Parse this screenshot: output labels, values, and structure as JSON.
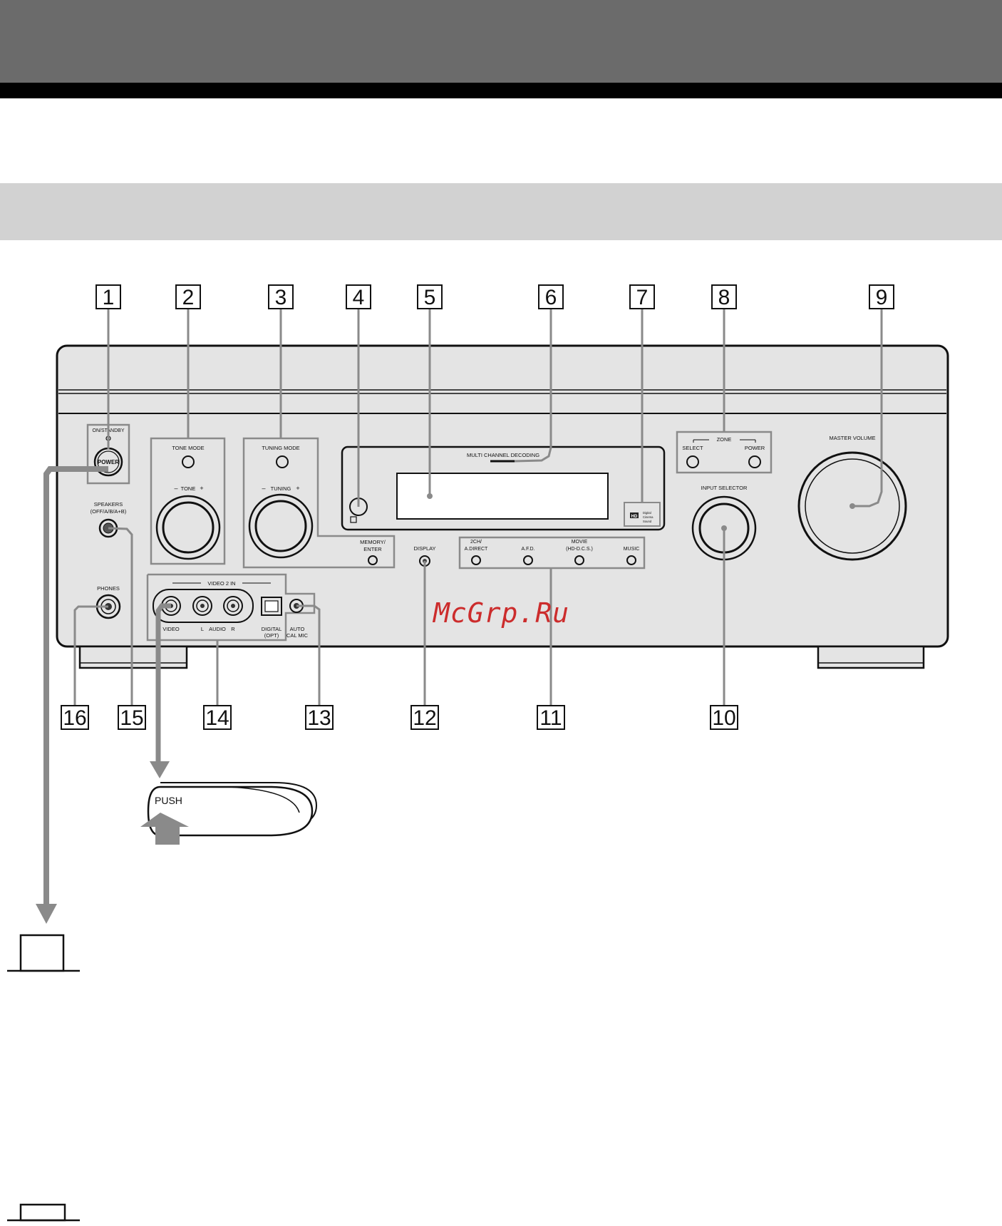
{
  "callouts_top": [
    "1",
    "2",
    "3",
    "4",
    "5",
    "6",
    "7",
    "8",
    "9"
  ],
  "callouts_bottom": [
    "16",
    "15",
    "14",
    "13",
    "12",
    "11",
    "10"
  ],
  "panel": {
    "on_standby": "ON/STANDBY",
    "power": "POWER",
    "speakers_line1": "SPEAKERS",
    "speakers_line2": "(OFF/A/B/A+B)",
    "phones": "PHONES",
    "tone_mode": "TONE MODE",
    "tone_minus": "–",
    "tone": "TONE",
    "tone_plus": "+",
    "tuning_mode": "TUNING MODE",
    "tuning_minus": "–",
    "tuning": "TUNING",
    "tuning_plus": "+",
    "memory_enter_line1": "MEMORY/",
    "memory_enter_line2": "ENTER",
    "multi_channel_decoding": "MULTI CHANNEL DECODING",
    "hd_logo": "HD",
    "hd_logo_line1": "Digital",
    "hd_logo_line2": "Cinema",
    "hd_logo_line3": "Sound",
    "zone": "ZONE",
    "zone_select": "SELECT",
    "zone_power": "POWER",
    "master_volume": "MASTER VOLUME",
    "input_selector": "INPUT SELECTOR",
    "display": "DISPLAY",
    "two_ch_line1": "2CH/",
    "two_ch_line2": "A.DIRECT",
    "afd": "A.F.D.",
    "movie_line1": "MOVIE",
    "movie_line2": "(HD-D.C.S.)",
    "music": "MUSIC",
    "video2_in": "VIDEO 2 IN",
    "video": "VIDEO",
    "audio_l": "L",
    "audio": "AUDIO",
    "audio_r": "R",
    "digital_line1": "DIGITAL",
    "digital_line2": "(OPT)",
    "auto_line1": "AUTO",
    "auto_line2": "CAL MIC"
  },
  "push_label": "PUSH",
  "watermark": "McGrp.Ru",
  "colors": {
    "top_band": "#6b6b6b",
    "sub_band": "#d2d2d2",
    "panel_face": "#e4e4e4",
    "callout_line": "#8a8a8a",
    "watermark": "#cc2c2c"
  }
}
